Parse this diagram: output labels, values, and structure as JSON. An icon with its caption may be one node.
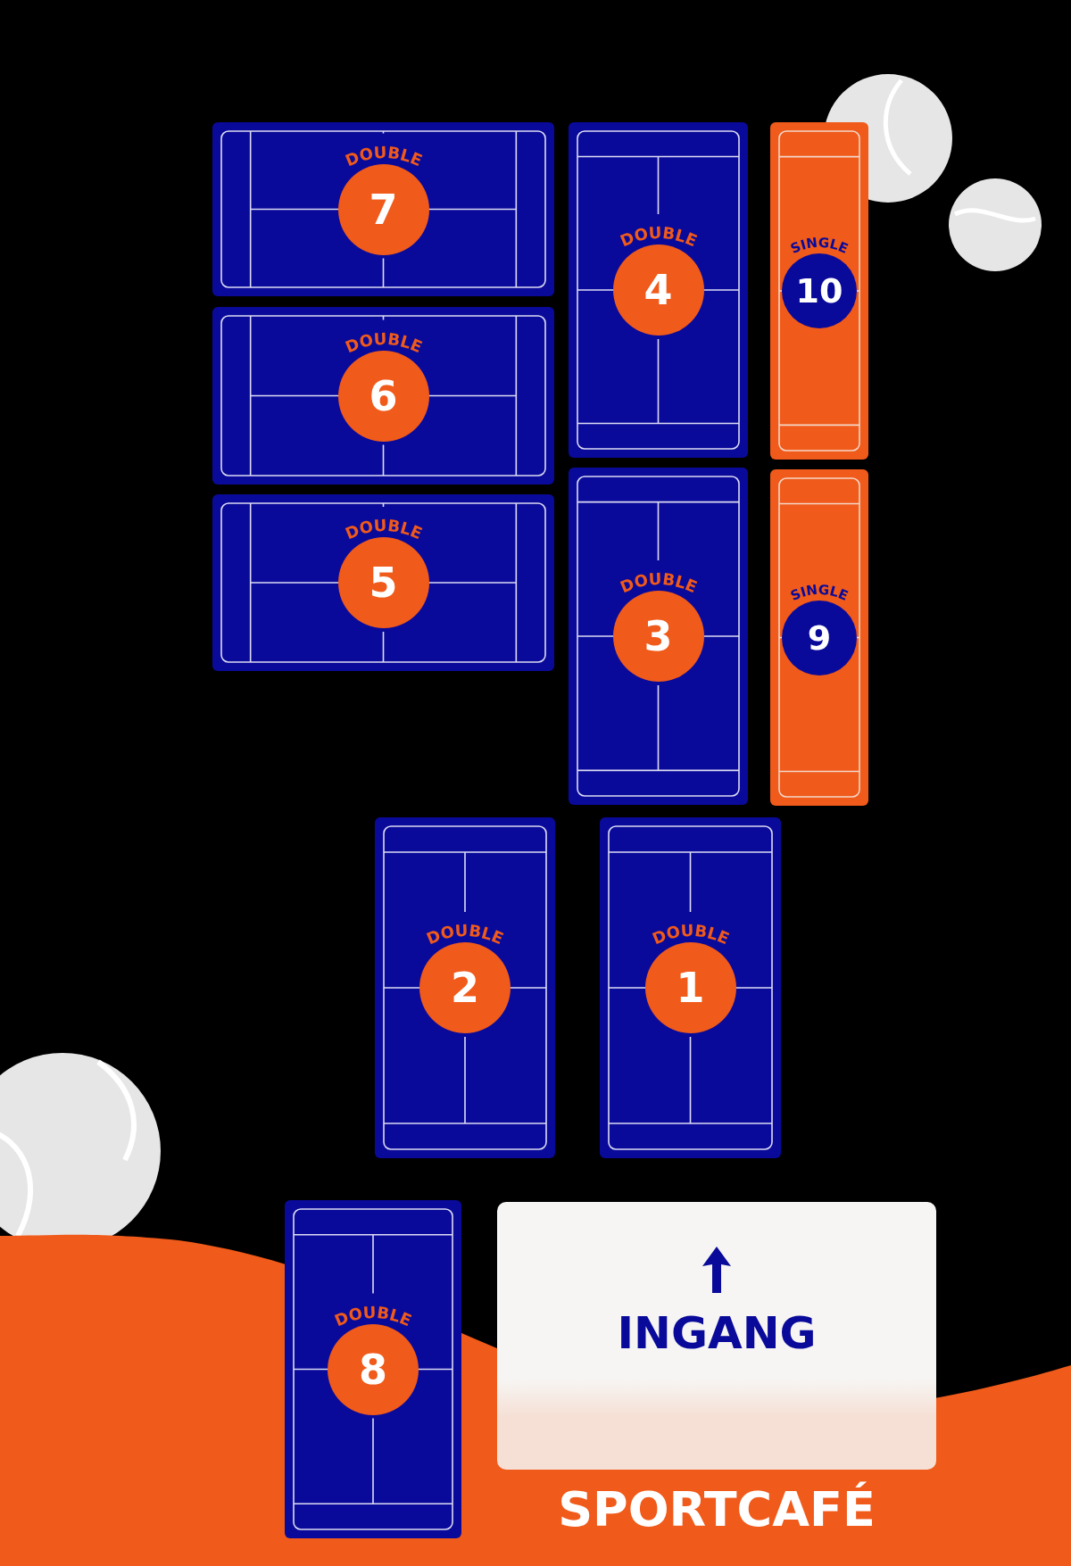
{
  "diagram": {
    "nodes": [
      {
        "text": [
          "DOUBLE",
          "7"
        ]
      },
      {
        "text": [
          "DOUBLE",
          "4"
        ]
      },
      {
        "text": [
          "SINGLE",
          "10"
        ]
      },
      {
        "text": [
          "DOUBLE",
          "6"
        ]
      },
      {
        "text": [
          "DOUBLE",
          "5"
        ]
      },
      {
        "text": [
          "DOUBLE",
          "3"
        ]
      },
      {
        "text": [
          "SINGLE",
          "9"
        ]
      },
      {
        "text": [
          "DOUBLE",
          "2"
        ]
      },
      {
        "text": [
          "DOUBLE",
          "1"
        ]
      },
      {
        "text": [
          "DOUBLE",
          "8"
        ]
      },
      {
        "text": [
          "INGANG"
        ]
      }
    ],
    "labels": [
      "SPORTCAFÉ"
    ]
  }
}
